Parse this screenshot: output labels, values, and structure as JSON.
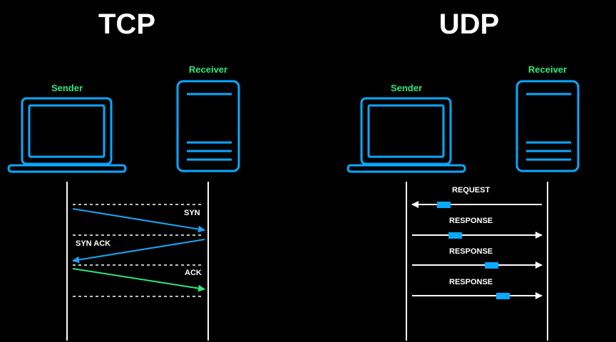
{
  "colors": {
    "background": "#000000",
    "device": "#0aa8ff",
    "label": "#2ee87a",
    "lifeline": "#ffffff",
    "tcp_syn": "#1aa3f0",
    "tcp_synack": "#1aa3f0",
    "tcp_ack": "#2ee87a",
    "udp_packet": "#0aa8ff"
  },
  "tcp": {
    "title": "TCP",
    "sender_label": "Sender",
    "receiver_label": "Receiver",
    "messages": [
      {
        "label": "SYN",
        "direction": "sender-to-receiver"
      },
      {
        "label": "SYN ACK",
        "direction": "receiver-to-sender"
      },
      {
        "label": "ACK",
        "direction": "sender-to-receiver"
      }
    ]
  },
  "udp": {
    "title": "UDP",
    "sender_label": "Sender",
    "receiver_label": "Receiver",
    "messages": [
      {
        "label": "REQUEST",
        "direction": "receiver-to-sender"
      },
      {
        "label": "RESPONSE",
        "direction": "sender-to-receiver"
      },
      {
        "label": "RESPONSE",
        "direction": "sender-to-receiver"
      },
      {
        "label": "RESPONSE",
        "direction": "sender-to-receiver"
      }
    ]
  }
}
